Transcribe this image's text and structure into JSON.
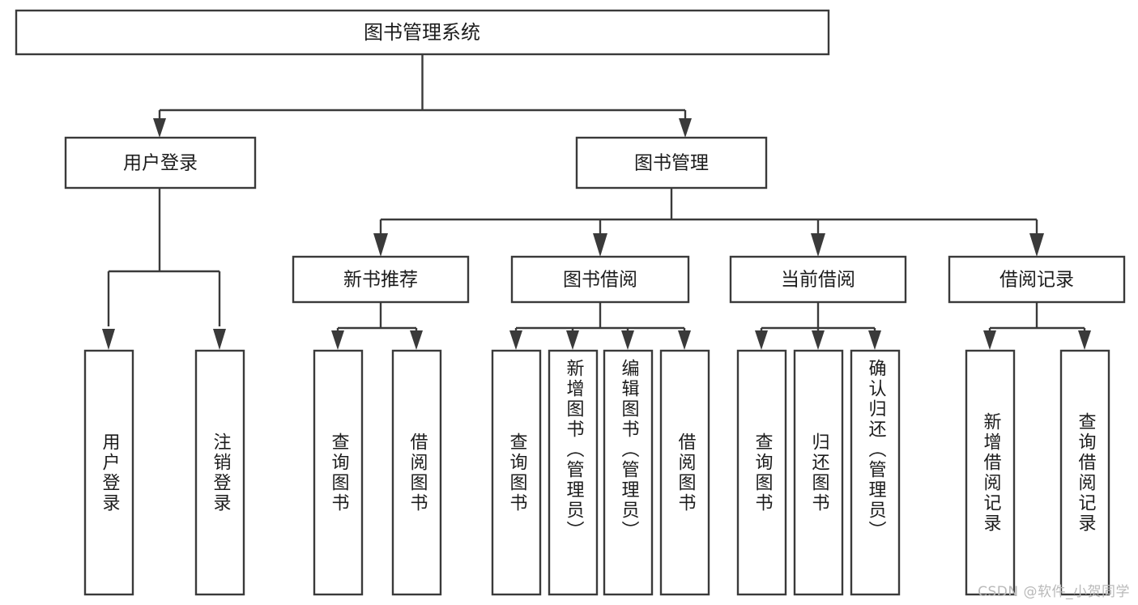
{
  "diagram": {
    "title": "图书管理系统",
    "type": "tree-hierarchy-diagram",
    "colors": {
      "stroke": "#3a3a3a",
      "fill": "#ffffff",
      "text": "#1c1c1c",
      "watermark": "#b9b9b9",
      "background": "#ffffff"
    },
    "root": {
      "label": "图书管理系统"
    },
    "level2": [
      {
        "label": "用户登录"
      },
      {
        "label": "图书管理"
      }
    ],
    "level3": [
      {
        "label": "新书推荐"
      },
      {
        "label": "图书借阅"
      },
      {
        "label": "当前借阅"
      },
      {
        "label": "借阅记录"
      }
    ],
    "leaves": {
      "user_login": [
        {
          "label": "用户登录"
        },
        {
          "label": "注销登录"
        }
      ],
      "new_book_recommend": [
        {
          "label": "查询图书"
        },
        {
          "label": "借阅图书"
        }
      ],
      "book_borrow": [
        {
          "label": "查询图书"
        },
        {
          "label": "新增图书（管理员）"
        },
        {
          "label": "编辑图书（管理员）"
        },
        {
          "label": "借阅图书"
        }
      ],
      "current_borrow": [
        {
          "label": "查询图书"
        },
        {
          "label": "归还图书"
        },
        {
          "label": "确认归还（管理员）"
        }
      ],
      "borrow_record": [
        {
          "label": "新增借阅记录"
        },
        {
          "label": "查询借阅记录"
        }
      ]
    },
    "watermark": "CSDN @软件_小贺同学"
  }
}
